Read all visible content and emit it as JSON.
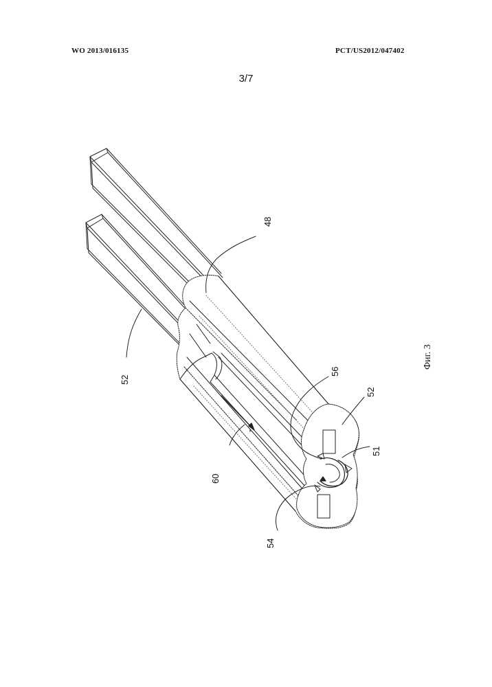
{
  "header": {
    "publication_number": "WO 2013/016135",
    "application_number": "PCT/US2012/047402"
  },
  "page_number": "3/7",
  "figure": {
    "caption": "Фиг. 3",
    "reference_numerals": {
      "n48": "48",
      "n52_left": "52",
      "n52_right": "52",
      "n56": "56",
      "n51": "51",
      "n60": "60",
      "n54": "54"
    }
  }
}
